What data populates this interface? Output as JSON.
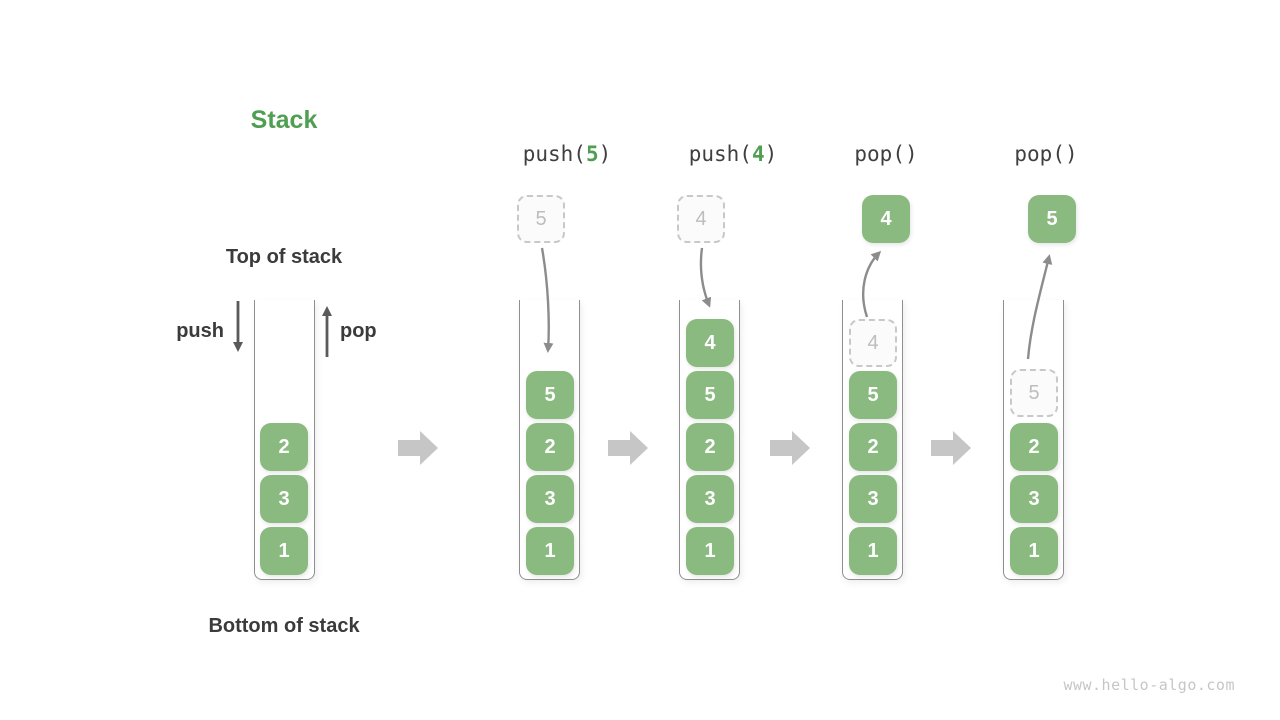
{
  "page": {
    "watermark": "www.hello-algo.com",
    "background": "#ffffff"
  },
  "colors": {
    "green_box": "#8aba80",
    "green_text": "#4f9e52",
    "dark_text": "#3b3b3b",
    "op_text": "#3f3f3f",
    "ghost_border": "#c8c8c8",
    "ghost_text": "#bdbdbd",
    "curve_arrow": "#8c8c8c",
    "straight_arrow": "#5a5a5a",
    "block_arrow": "#c6c6c6",
    "container_wall": "#8f8f8f",
    "watermark_text": "#c6c6c6"
  },
  "diagram": {
    "title": "Stack",
    "top_label": "Top of stack",
    "bottom_label": "Bottom of stack",
    "push_label": "push",
    "pop_label": "pop",
    "columns": [
      {
        "op_prefix": "",
        "op_arg": "",
        "op_suffix": "",
        "boxes": [
          "2",
          "3",
          "1"
        ]
      },
      {
        "op_prefix": "push(",
        "op_arg": "5",
        "op_suffix": ")",
        "floating_value": "5",
        "floating_style": "ghost",
        "boxes": [
          "5",
          "2",
          "3",
          "1"
        ]
      },
      {
        "op_prefix": "push(",
        "op_arg": "4",
        "op_suffix": ")",
        "floating_value": "4",
        "floating_style": "ghost",
        "boxes": [
          "4",
          "5",
          "2",
          "3",
          "1"
        ]
      },
      {
        "op_prefix": "pop()",
        "op_arg": "",
        "op_suffix": "",
        "floating_value": "4",
        "floating_style": "solid",
        "ghost_value": "4",
        "boxes": [
          "5",
          "2",
          "3",
          "1"
        ]
      },
      {
        "op_prefix": "pop()",
        "op_arg": "",
        "op_suffix": "",
        "floating_value": "5",
        "floating_style": "solid",
        "ghost_value": "5",
        "boxes": [
          "2",
          "3",
          "1"
        ]
      }
    ]
  }
}
